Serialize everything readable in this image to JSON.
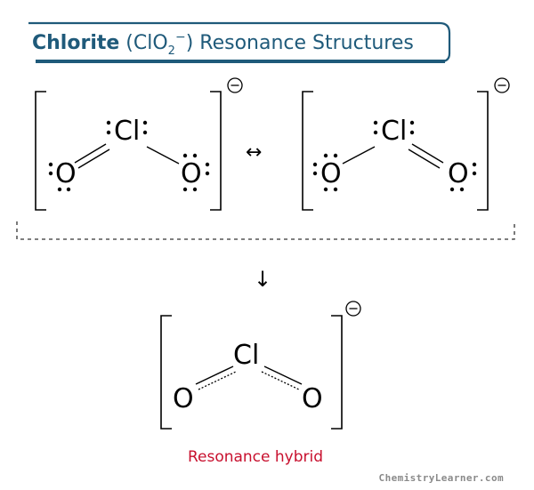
{
  "title": {
    "name_bold": "Chlorite",
    "formula_open": " (ClO",
    "formula_sub": "2",
    "formula_sup": "−",
    "formula_close": ")",
    "rest": " Resonance Structures",
    "banner_color": "#1f5a7a"
  },
  "atoms": {
    "chlorine": "Cl",
    "oxygen": "O"
  },
  "arrows": {
    "resonance": "↔",
    "down": "↓"
  },
  "caption": "Resonance hybrid",
  "watermark": "ChemistryLearner.com",
  "colors": {
    "caption": "#c8102e",
    "title": "#1f5a7a",
    "watermark": "#8a8a8a"
  }
}
